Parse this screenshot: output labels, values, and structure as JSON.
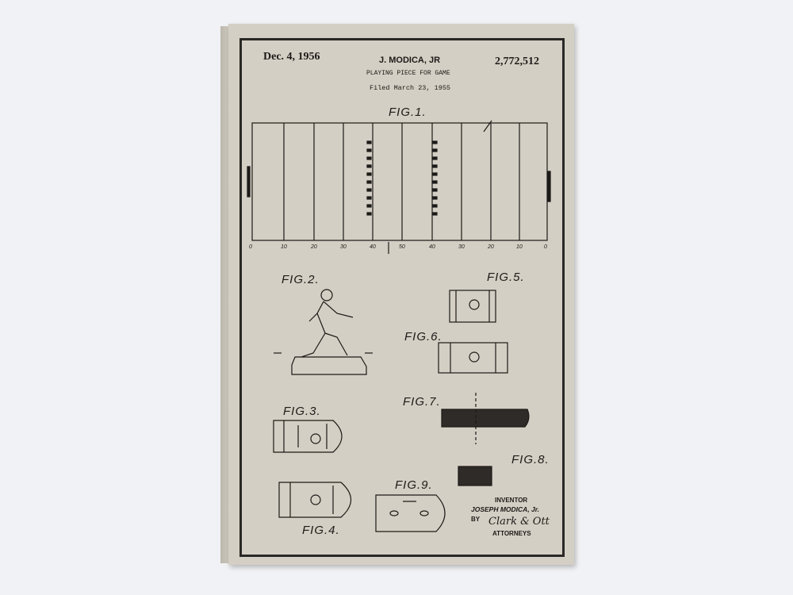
{
  "header": {
    "date": "Dec. 4, 1956",
    "inventor_name": "J. MODICA, JR",
    "title": "PLAYING PIECE FOR GAME",
    "filed": "Filed March 23, 1955",
    "patent_number": "2,772,512"
  },
  "figures": {
    "fig1": "FIG.1.",
    "fig2": "FIG.2.",
    "fig3": "FIG.3.",
    "fig4": "FIG.4.",
    "fig5": "FIG.5.",
    "fig6": "FIG.6.",
    "fig7": "FIG.7.",
    "fig8": "FIG.8.",
    "fig9": "FIG.9."
  },
  "yard_labels": [
    "0",
    "10",
    "20",
    "30",
    "40",
    "50",
    "40",
    "30",
    "20",
    "10",
    "0"
  ],
  "signature": {
    "inventor_label": "INVENTOR",
    "inventor": "JOSEPH MODICA, Jr.",
    "by": "BY",
    "attorney_signature": "Clark & Ott",
    "attorneys_label": "ATTORNEYS"
  },
  "colors": {
    "paper": "#d4cfc4",
    "ink": "#1c1a18",
    "background": "#f1f2f5"
  }
}
